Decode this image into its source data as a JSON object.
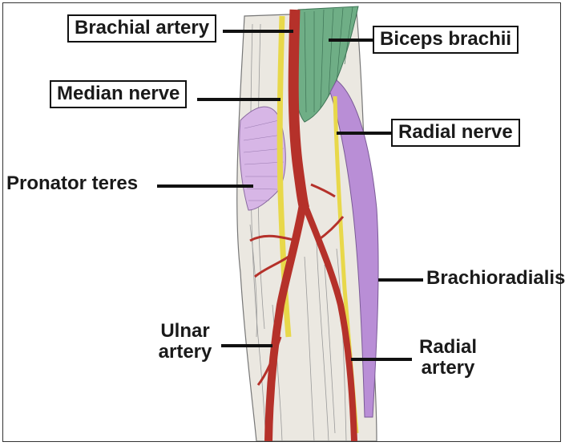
{
  "labels": {
    "brachial_artery": "Brachial artery",
    "biceps_brachii": "Biceps brachii",
    "median_nerve": "Median nerve",
    "radial_nerve": "Radial nerve",
    "pronator_teres": "Pronator teres",
    "brachioradialis": "Brachioradialis",
    "ulnar_artery_line1": "Ulnar",
    "ulnar_artery_line2": "artery",
    "radial_artery_line1": "Radial",
    "radial_artery_line2": "artery"
  },
  "colors": {
    "artery": "#b5312a",
    "nerve": "#e8d84a",
    "biceps": "#6fae86",
    "pronator": "#c9a0dc",
    "brachioradialis": "#b98ed6",
    "bone_tissue": "#e9e6df"
  }
}
